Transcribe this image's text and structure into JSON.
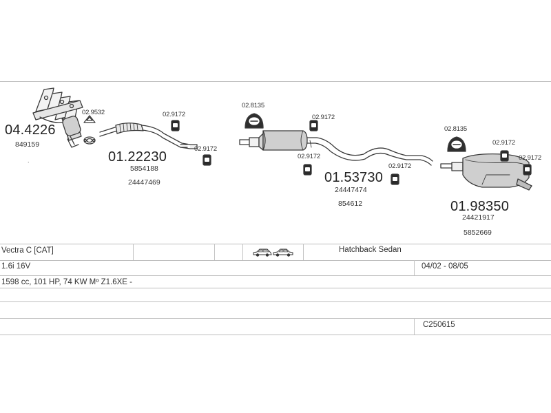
{
  "diagram": {
    "parts": [
      {
        "code": "04.4226",
        "refs": [
          "849159"
        ]
      },
      {
        "code": "01.22230",
        "refs": [
          "5854188",
          "24447469"
        ]
      },
      {
        "code": "01.53730",
        "refs": [
          "24447474",
          "854612"
        ]
      },
      {
        "code": "01.98350",
        "refs": [
          "24421917",
          "5852669"
        ]
      }
    ],
    "small_parts": {
      "gasket_1": "02.9532",
      "clamp_1": "02.9172",
      "clamp_2": "02.9172",
      "hanger_1": "02.8135",
      "clamp_3": "02.9172",
      "clamp_4": "02.9172",
      "clamp_5": "02.9172",
      "hanger_2": "02.8135",
      "clamp_6": "02.9172",
      "clamp_7": "02.9172"
    }
  },
  "info": {
    "model": "Vectra C  [CAT]",
    "body_type": "Hatchback Sedan",
    "engine": "1.6i 16V",
    "production": "04/02 - 08/05",
    "specs": "1598 cc, 101 HP, 74 KW Mº Z1.6XE -",
    "catalog_code": "C250615"
  },
  "icons": {
    "hatchback": "hatchback-car-icon",
    "sedan": "sedan-car-icon"
  }
}
